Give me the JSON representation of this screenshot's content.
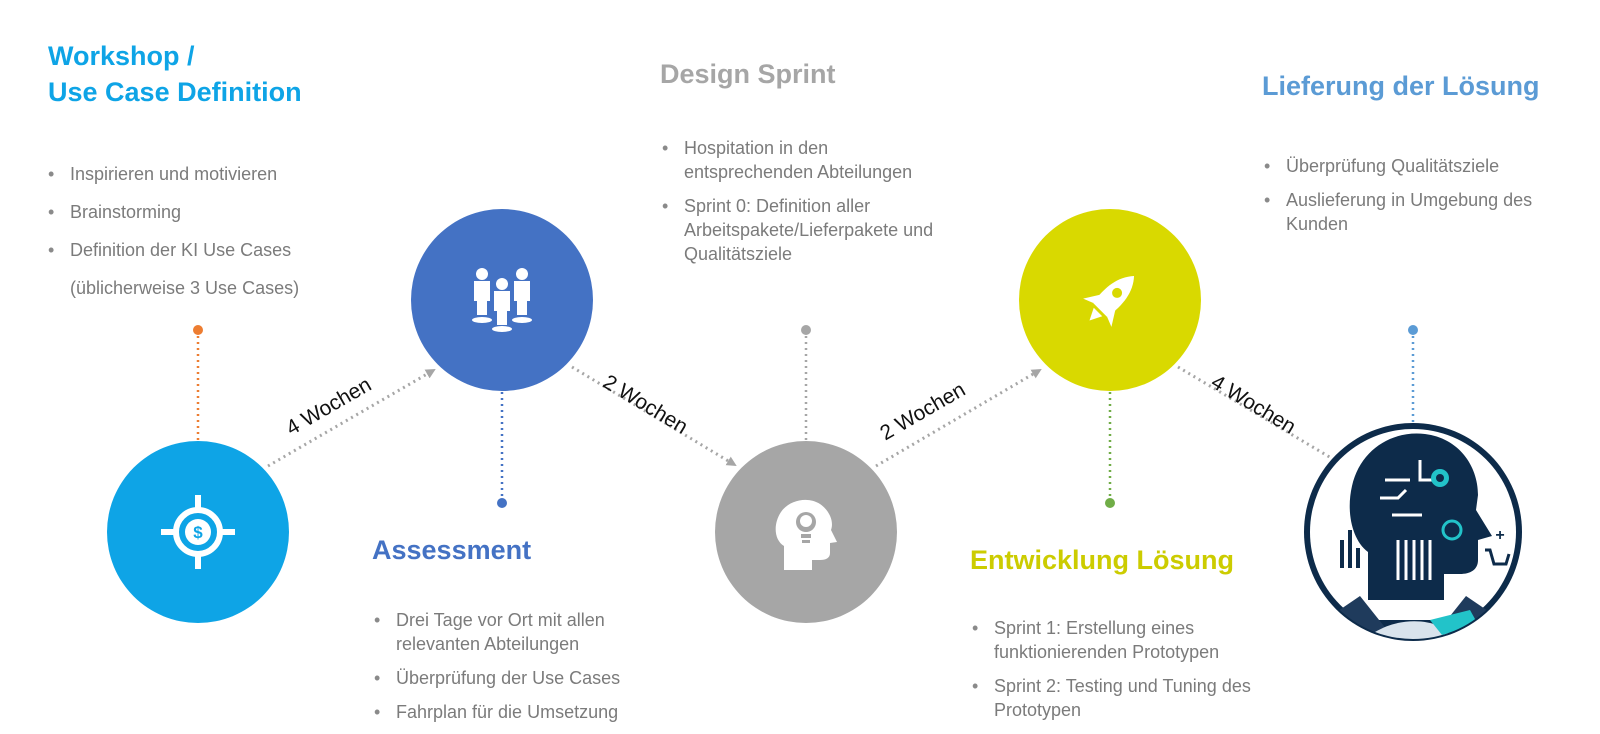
{
  "colors": {
    "workshop": "#0ea4e6",
    "assessment": "#4472c4",
    "design_sprint": "#a6a6a6",
    "entwicklung": "#d9d900",
    "lieferung": "#5b9bd5",
    "connector_orange": "#ed7d31",
    "connector_green": "#70ad47",
    "text_gray": "#7b7b7b"
  },
  "stages": [
    {
      "id": "workshop",
      "title_lines": [
        "Workshop /",
        "Use Case Definition"
      ],
      "icon": "target-dollar-icon",
      "bullets": [
        "Inspirieren und motivieren",
        "Brainstorming",
        "Definition der KI Use Cases",
        "(üblicherweise 3 Use Cases)"
      ]
    },
    {
      "id": "assessment",
      "title_lines": [
        "Assessment"
      ],
      "icon": "people-group-icon",
      "bullets": [
        "Drei Tage vor Ort mit allen relevanten Abteilungen",
        "Überprüfung der Use Cases",
        "Fahrplan für die Umsetzung"
      ]
    },
    {
      "id": "design_sprint",
      "title_lines": [
        "Design Sprint"
      ],
      "icon": "head-lightbulb-icon",
      "bullets": [
        "Hospitation in den entsprechenden Abteilungen",
        "Sprint 0: Definition aller Arbeitspakete/Lieferpakete und Qualitätsziele"
      ]
    },
    {
      "id": "entwicklung",
      "title_lines": [
        "Entwicklung Lösung"
      ],
      "icon": "rocket-icon",
      "bullets": [
        "Sprint 1: Erstellung eines funktionierenden Prototypen",
        "Sprint 2: Testing und Tuning des Prototypen"
      ]
    },
    {
      "id": "lieferung",
      "title_lines": [
        "Lieferung der Lösung"
      ],
      "icon": "ai-head-handshake-icon",
      "bullets": [
        "Überprüfung Qualitätsziele",
        "Auslieferung in Umgebung des Kunden"
      ]
    }
  ],
  "transitions": [
    {
      "from": "workshop",
      "to": "assessment",
      "label": "4 Wochen"
    },
    {
      "from": "assessment",
      "to": "design_sprint",
      "label": "2 Wochen"
    },
    {
      "from": "design_sprint",
      "to": "entwicklung",
      "label": "2 Wochen"
    },
    {
      "from": "entwicklung",
      "to": "lieferung",
      "label": "4 Wochen"
    }
  ]
}
